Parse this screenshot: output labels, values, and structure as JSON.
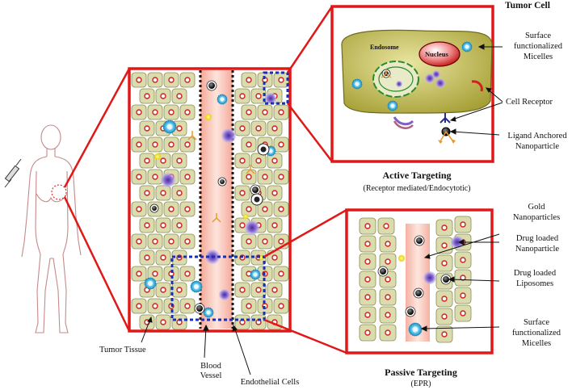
{
  "colors": {
    "frame_red": "#e01818",
    "dotted_blue": "#1a2fb8",
    "cell_fill": "#dadcae",
    "cell_stroke": "#8a8c55",
    "vessel_fill": "#f7c4b8",
    "nucleus_red": "#d02020",
    "tumor_cell_fill": "#b9b44a"
  },
  "labels": {
    "tumor_cell": "Tumor Cell",
    "endosome": "Endosome",
    "nucleus": "Nucleus",
    "surface_micelles_top": "Surface\nfunctionalized\nMicelles",
    "cell_receptor": "Cell Receptor",
    "ligand_np": "Ligand Anchored\nNanoparticle",
    "active_title": "Active Targeting",
    "active_sub": "(Receptor mediated/Endocytotic)",
    "gold_np": "Gold\nNanoparticles",
    "drug_np": "Drug loaded\nNanoparticle",
    "drug_lipo": "Drug loaded\nLiposomes",
    "surface_micelles_bottom": "Surface\nfunctionalized\nMicelles",
    "passive_title": "Passive Targeting",
    "passive_sub": "(EPR)",
    "tumor_tissue": "Tumor Tissue",
    "blood_vessel": "Blood\nVessel",
    "endothelial": "Endothelial Cells"
  }
}
